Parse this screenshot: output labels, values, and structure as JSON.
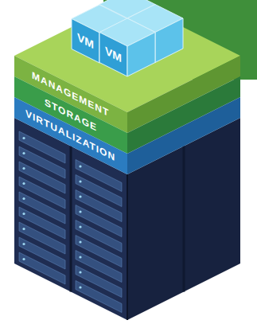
{
  "diagram": {
    "nodes": [
      {
        "text": [
          "VM"
        ]
      },
      {
        "text": [
          "VM"
        ]
      },
      {
        "text": [
          "MANAGEMENT"
        ]
      },
      {
        "text": [
          "STORAGE"
        ]
      },
      {
        "text": [
          "VIRTUALIZATION"
        ]
      }
    ],
    "edges": []
  }
}
